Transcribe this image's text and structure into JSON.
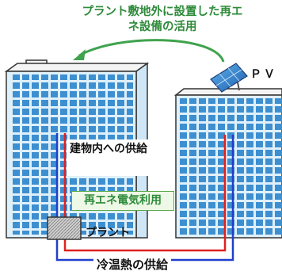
{
  "caption": "プラント敷地外に設置した再エネ設備の活用",
  "pv_label": "ＰＶ",
  "building_supply_label": "建物内への供給",
  "renewable_power_label": "再エネ電気利用",
  "plant_label": "プラント",
  "heat_supply_label": "冷温熱の供給",
  "colors": {
    "caption_green": "#2e8b3a",
    "arrow_green": "#3fa34d",
    "building_blue": "#3e8fd0",
    "building_light": "#dff0fb",
    "cold_pipe": "#1f3fcc",
    "hot_pipe": "#e02020"
  }
}
